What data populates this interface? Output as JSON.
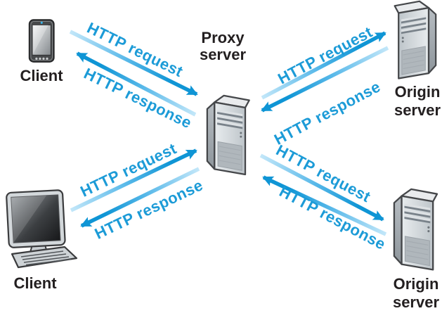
{
  "figure": {
    "type": "network-diagram",
    "topic": "HTTP proxy server between clients and origin servers"
  },
  "nodes": {
    "client_top": {
      "label": "Client",
      "icon": "smartphone-icon"
    },
    "client_bottom": {
      "label": "Client",
      "icon": "desktop-computer-icon"
    },
    "proxy": {
      "label": "Proxy server",
      "icon": "server-tower-icon"
    },
    "origin_top": {
      "label": "Origin server",
      "icon": "server-tower-icon"
    },
    "origin_bottom": {
      "label": "Origin server",
      "icon": "server-tower-icon"
    }
  },
  "links": [
    {
      "from": "client_top",
      "to": "proxy",
      "request_label": "HTTP request",
      "response_label": "HTTP response"
    },
    {
      "from": "proxy",
      "to": "origin_top",
      "request_label": "HTTP request",
      "response_label": "HTTP response"
    },
    {
      "from": "client_bottom",
      "to": "proxy",
      "request_label": "HTTP request",
      "response_label": "HTTP response"
    },
    {
      "from": "proxy",
      "to": "origin_bottom",
      "request_label": "HTTP request",
      "response_label": "HTTP response"
    }
  ],
  "colors": {
    "arrow_dark": "#0f95d5",
    "arrow_mid": "#57b8e9",
    "arrow_light": "#c3e7f9",
    "label_blue": "#1c9bd7",
    "label_dark": "#231f20",
    "background": "#ffffff"
  }
}
